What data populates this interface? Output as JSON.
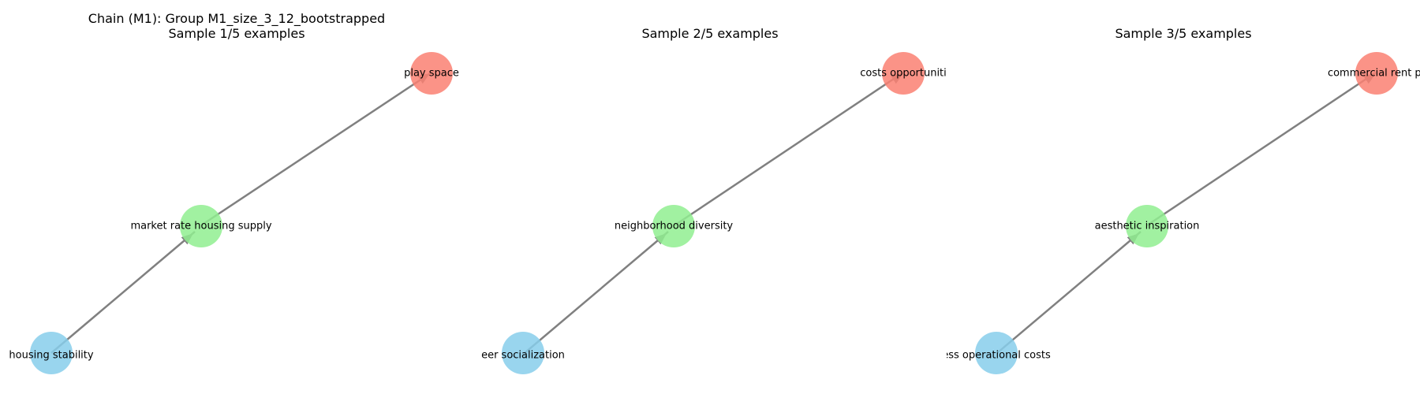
{
  "figure_title": "Chain (M1): Group M1_size_3_12_bootstrapped",
  "colors": {
    "source": "#87ceeb",
    "middle": "#90ee90",
    "target": "#fa8072",
    "edge": "#808080"
  },
  "panels": [
    {
      "title": "Sample 1/5 examples",
      "nodes": [
        {
          "label": "play space",
          "role": "target"
        },
        {
          "label": "market rate housing supply",
          "role": "middle"
        },
        {
          "label": "housing stability",
          "role": "source"
        }
      ],
      "edges": [
        {
          "from": 2,
          "to": 1
        },
        {
          "from": 1,
          "to": 0
        }
      ]
    },
    {
      "title": "Sample 2/5 examples",
      "nodes": [
        {
          "label": "costs opportuniti",
          "role": "target"
        },
        {
          "label": "neighborhood diversity",
          "role": "middle"
        },
        {
          "label": "eer socialization",
          "role": "source"
        }
      ],
      "edges": [
        {
          "from": 2,
          "to": 1
        },
        {
          "from": 1,
          "to": 0
        }
      ]
    },
    {
      "title": "Sample 3/5 examples",
      "nodes": [
        {
          "label": "commercial rent pr",
          "role": "target"
        },
        {
          "label": "aesthetic inspiration",
          "role": "middle"
        },
        {
          "label": "ess operational costs",
          "role": "source"
        }
      ],
      "edges": [
        {
          "from": 2,
          "to": 1
        },
        {
          "from": 1,
          "to": 0
        }
      ]
    }
  ]
}
